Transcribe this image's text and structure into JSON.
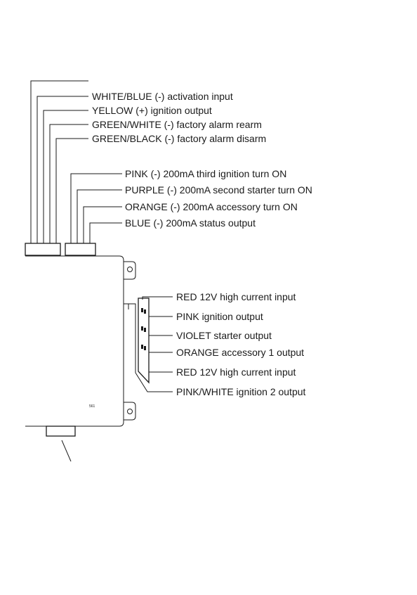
{
  "top_connector_a": [
    "WHITE/BLUE (-) activation input",
    "YELLOW (+) ignition output",
    "GREEN/WHITE (-) factory alarm rearm",
    "GREEN/BLACK (-) factory alarm disarm"
  ],
  "top_connector_b": [
    "PINK (-) 200mA third ignition turn ON",
    "PURPLE (-) 200mA second starter turn ON",
    "ORANGE (-) 200mA accessory turn ON",
    "BLUE (-) 200mA status output"
  ],
  "side_connector": [
    "RED 12V high current input",
    "PINK ignition output",
    "VIOLET starter output",
    "ORANGE accessory 1 output",
    "RED 12V high current input",
    "PINK/WHITE ignition 2 output"
  ],
  "module_label": "561"
}
